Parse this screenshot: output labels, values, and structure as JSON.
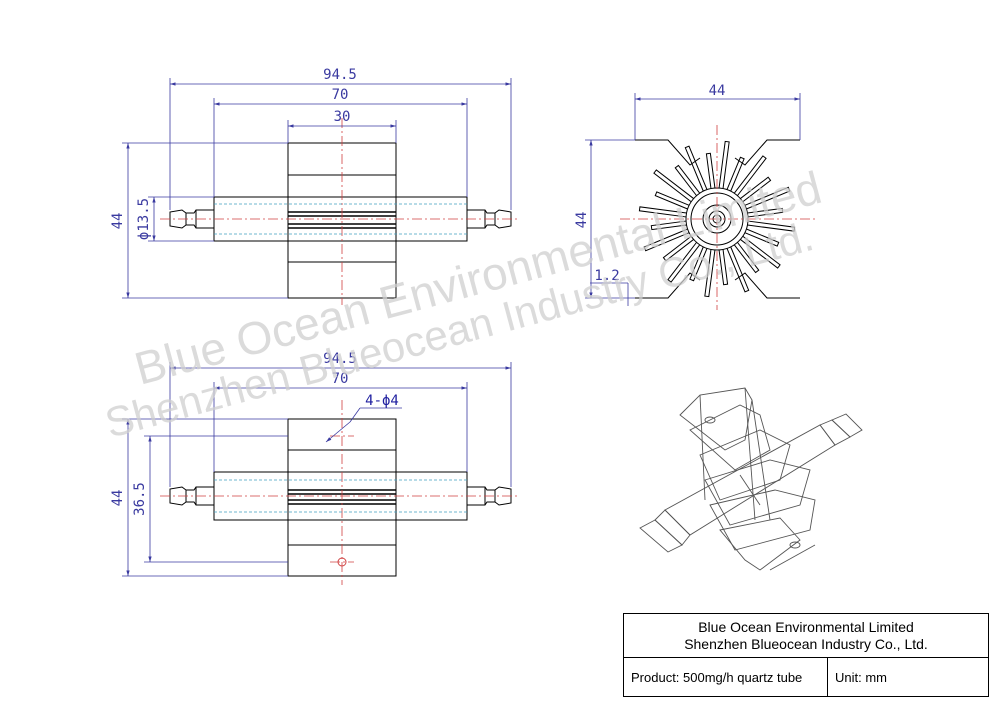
{
  "views": {
    "front": {
      "dimensions": {
        "overall_length": "94.5",
        "body_length": "70",
        "fin_width": "30",
        "height": "44",
        "tube_diameter": "ϕ13.5"
      }
    },
    "side": {
      "dimensions": {
        "width": "44",
        "height": "44",
        "fin_thickness": "1.2"
      }
    },
    "bottom": {
      "dimensions": {
        "overall_length": "94.5",
        "body_length": "70",
        "height": "44",
        "hole_spacing": "36.5",
        "holes": "4-ϕ4"
      }
    }
  },
  "watermark": {
    "line1": "Blue Ocean Environmental Limited",
    "line2": "Shenzhen Blueocean Industry Co., Ltd."
  },
  "title_block": {
    "company_en": "Blue Ocean Environmental Limited",
    "company_cn": "Shenzhen Blueocean Industry Co., Ltd.",
    "product": "Product: 500mg/h quartz tube",
    "unit": "Unit: mm"
  },
  "colors": {
    "outline": "#000000",
    "dimension": "#3a3aa0",
    "centerline": "#d04040",
    "hidden": "#40a0c0",
    "watermark": "#cfcfcf"
  }
}
